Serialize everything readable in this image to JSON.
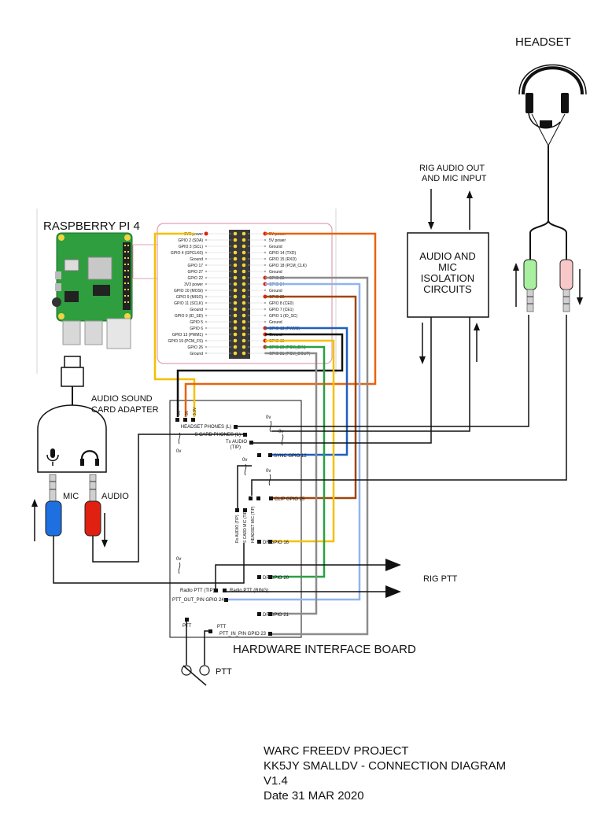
{
  "labels": {
    "headset": "HEADSET",
    "rig_audio": [
      "RIG AUDIO OUT",
      "AND MIC INPUT"
    ],
    "raspberry_pi": "RASPBERRY PI 4",
    "isolation": [
      "AUDIO AND",
      "MIC",
      "ISOLATION",
      "CIRCUITS"
    ],
    "sound_card": [
      "AUDIO SOUND",
      "CARD ADAPTER"
    ],
    "mic": "MIC",
    "audio": "AUDIO",
    "rig_ptt": "RIG PTT",
    "hw_board": "HARDWARE INTERFACE BOARD",
    "ptt": "PTT",
    "zero_v": "0v"
  },
  "gpio_left": [
    "3V3 power",
    "GPIO 2 (SDA)",
    "GPIO 3 (SCL)",
    "GPIO 4 (GPCLK0)",
    "Ground",
    "GPIO 17",
    "GPIO 27",
    "GPIO 22",
    "3V3 power",
    "GPIO 10 (MOSI)",
    "GPIO 9 (MISO)",
    "GPIO 11 (SCLK)",
    "Ground",
    "GPIO 0 (ID_SD)",
    "GPIO 5",
    "GPIO 6",
    "GPIO 13 (PWM1)",
    "GPIO 19 (PCM_FS)",
    "GPIO 26",
    "Ground"
  ],
  "gpio_right": [
    "5V power",
    "5V power",
    "Ground",
    "GPIO 14 (TXD)",
    "GPIO 15 (RXD)",
    "GPIO 18 (PCM_CLK)",
    "Ground",
    "GPIO 23",
    "GPIO 24",
    "Ground",
    "GPIO 25",
    "GPIO 8 (CE0)",
    "GPIO 7 (CE1)",
    "GPIO 1 (ID_SC)",
    "Ground",
    "GPIO 12 (PWM0)",
    "Ground",
    "GPIO 16",
    "GPIO 20 (PCM_DIN)",
    "GPIO 21 (PCM_DOUT)"
  ],
  "board": {
    "top_vertical": [
      "0V",
      "5V",
      "3.3V"
    ],
    "headset_phones": "HEADSET PHONES (L)",
    "s_card_phones": "S CARD PHONES (L)",
    "tx_audio": [
      "Tx AUDIO",
      "(TIP)"
    ],
    "sync_gpio": "SYNC GPIO 12",
    "clip_gpio": "CLIP GPIO 25",
    "rx_audio_tip": "Rx AUDIO (TIP)",
    "s_card_mic": "S CARD MIC (TIP)",
    "headset_mic": "HEADSET MIC (TIP)",
    "df_gpio16": "DF GPIO 16",
    "df_gpio20": "DF GPIO 20",
    "radio_ptt_tip": "Radio PTT (TIP)",
    "radio_ptt_ring": "Radio PTT (RING)",
    "ptt_out": "PTT_OUT_PIN GPIO 24",
    "df_gpio21": "DF GPIO 21",
    "ptt_label": "PTT",
    "ptt_in": "PTT_IN_PIN GPIO 23"
  },
  "footer": [
    "WARC FREEDV PROJECT",
    "KK5JY SMALLDV - CONNECTION DIAGRAM",
    "V1.4",
    "Date 31 MAR 2020"
  ],
  "colors": {
    "orange": "#e8620c",
    "yellow": "#f5c000",
    "blue": "#1f5fbf",
    "light_blue": "#8fb4f0",
    "gray": "#8c8c8c",
    "green": "#2aa043",
    "brown": "#a04508",
    "black": "#111111",
    "pink": "#e0a0b0",
    "mic_plug": "#1e6fe0",
    "audio_plug": "#e02010",
    "headset_green": "#a8f0a0",
    "headset_pink": "#f8c8c8"
  },
  "icons": [
    "raspberry-pi-board-icon",
    "usb-plug-icon",
    "microphone-icon",
    "headphones-icon",
    "headset-icon",
    "ptt-switch-icon"
  ]
}
